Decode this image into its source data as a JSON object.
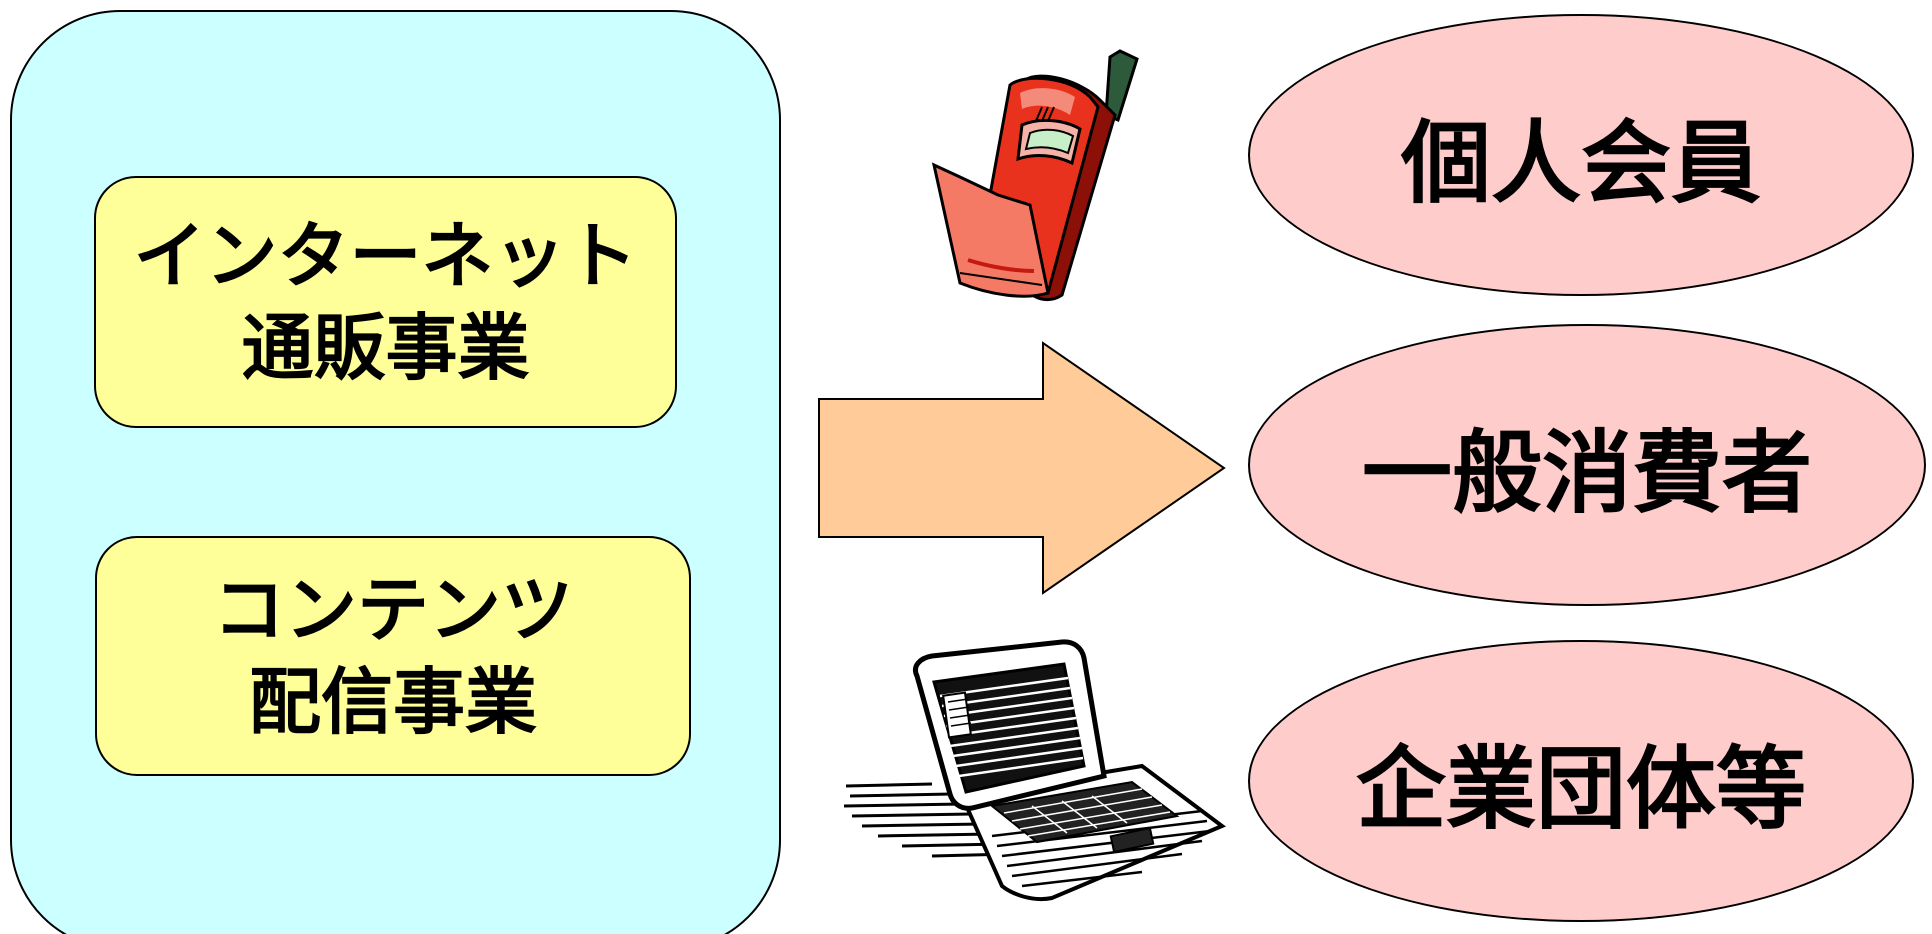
{
  "business": {
    "internet": {
      "line1": "インターネット",
      "line2": "通販事業"
    },
    "contents": {
      "line1": "コンテンツ",
      "line2": "配信事業"
    }
  },
  "customers": {
    "individual": "個人会員",
    "consumer": "一般消費者",
    "corporate": "企業団体等"
  },
  "colors": {
    "outer_fill": "#ccffff",
    "business_fill": "#ffff99",
    "customer_fill": "#ffcccc",
    "arrow_fill": "#ffcc99",
    "phone_red": "#e8321e"
  },
  "icons": [
    "mobile-phone-icon",
    "laptop-icon"
  ]
}
